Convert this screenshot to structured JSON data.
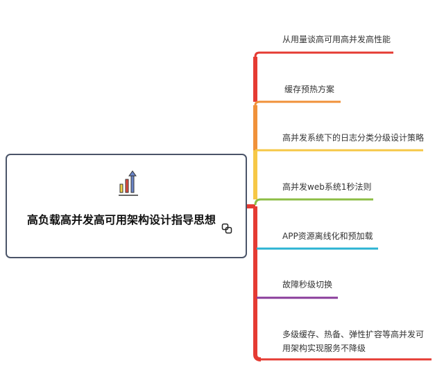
{
  "root": {
    "title": "高负载高并发高可用架构设计指导思想",
    "icon": "bar-chart-up-icon",
    "link_icon": "link-icon"
  },
  "branches": [
    {
      "label": "从用量谈高可用高并发高性能",
      "color": "#e53b33"
    },
    {
      "label": "缓存预热方案",
      "color": "#f0913a"
    },
    {
      "label": "高并发系统下的日志分类分级设计策略",
      "color": "#f6c847"
    },
    {
      "label": "高并发web系统1秒法则",
      "color": "#8cbd45"
    },
    {
      "label": "APP资源离线化和预加载",
      "color": "#2bb3d3"
    },
    {
      "label": "故障秒级切换",
      "color": "#8a3c9b"
    },
    {
      "label": "多级缓存、热备、弹性扩容等高并发可用架构实现服务不降级",
      "color": "#e53b33"
    }
  ]
}
